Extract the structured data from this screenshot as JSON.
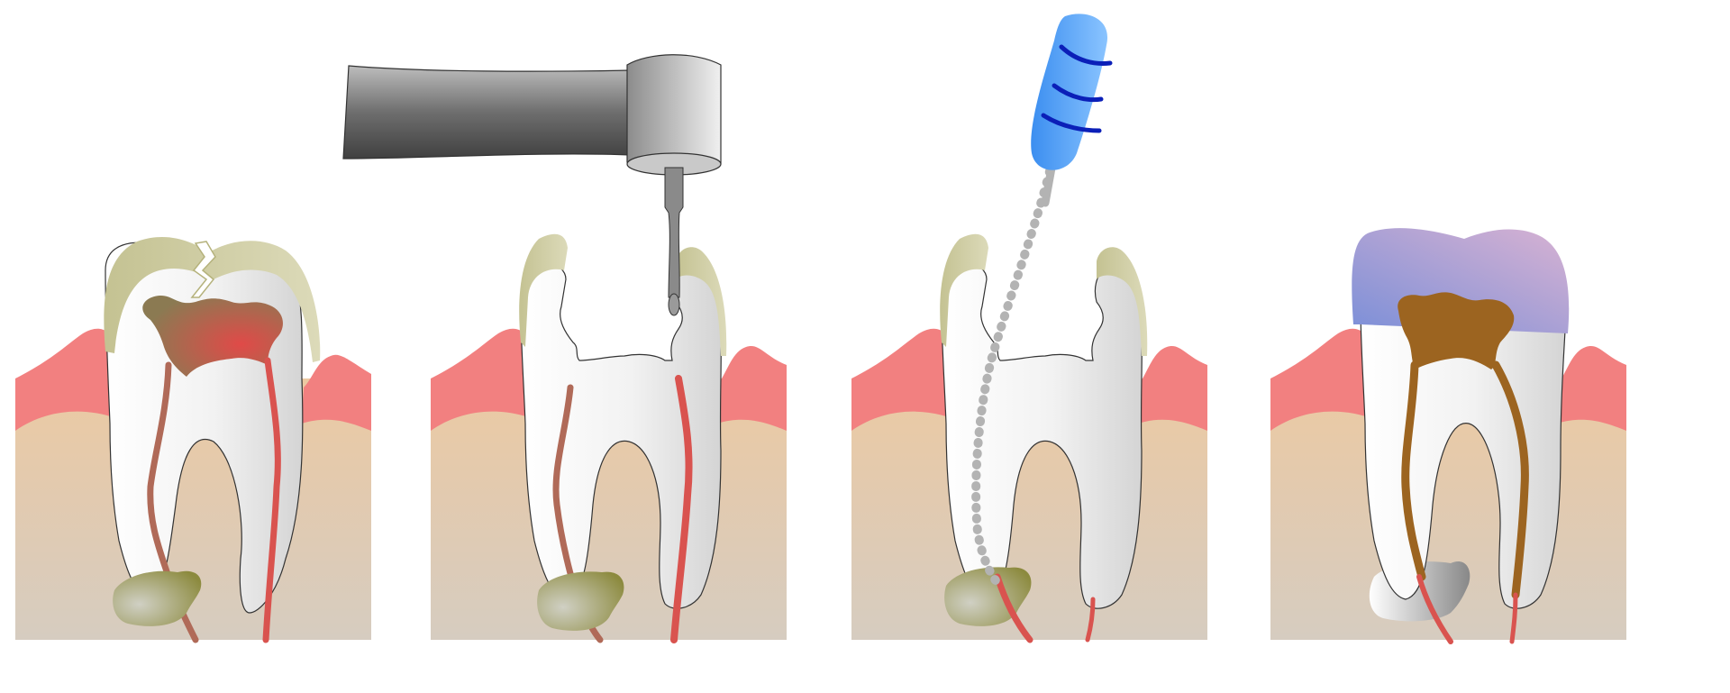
{
  "diagram": {
    "title": "",
    "panels": [
      {
        "id": "infected-tooth",
        "step": 1,
        "labels": []
      },
      {
        "id": "drilling-access",
        "step": 2,
        "labels": []
      },
      {
        "id": "canal-cleaning-file",
        "step": 3,
        "labels": []
      },
      {
        "id": "filled-and-crowned",
        "step": 4,
        "labels": []
      }
    ]
  },
  "colors": {
    "gum": "#ef8686",
    "bone_top": "#ecc9a2",
    "bone_bottom": "#d6ccc0",
    "enamel": "#c9c79a",
    "dentin": "#e6e6e6",
    "pulp": "#d9534f",
    "pulp_infected": "#8a7a5a",
    "abscess": "#8e8c44",
    "filling": "#9c6420",
    "crown_top": "#7f94d6",
    "crown_bottom": "#c9a8d0",
    "drill_body": "#555555",
    "file_handle": "#3b9cff",
    "file_rings": "#0b1fb8"
  }
}
